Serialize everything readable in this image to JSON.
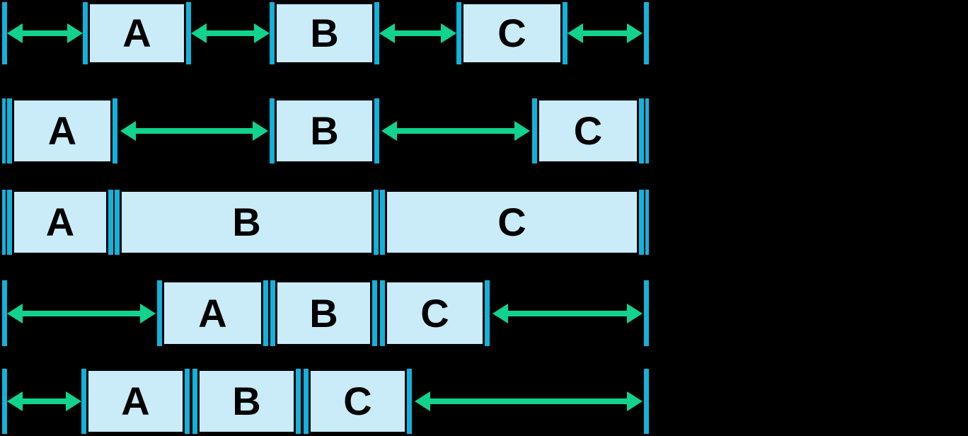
{
  "diagram": {
    "background_color": "#000000",
    "colors": {
      "edge_bar": "#14b1d9",
      "box_fill": "#c9ecf8",
      "box_border": "#000000",
      "arrow": "#12d38e",
      "label": "#000000"
    },
    "rows": [
      {
        "items": [
          "A",
          "B",
          "C"
        ]
      },
      {
        "items": [
          "A",
          "B",
          "C"
        ]
      },
      {
        "items": [
          "A",
          "B",
          "C"
        ]
      },
      {
        "items": [
          "A",
          "B",
          "C"
        ]
      },
      {
        "items": [
          "A",
          "B",
          "C"
        ]
      }
    ]
  }
}
